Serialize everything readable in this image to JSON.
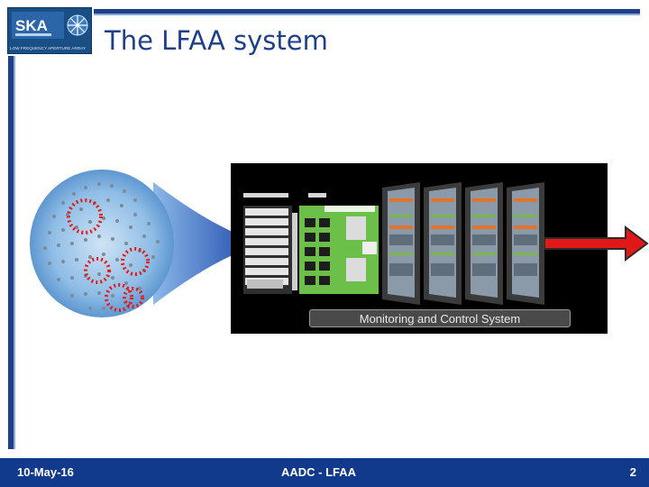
{
  "header": {
    "logo_text": "SKA",
    "logo_tagline": "LOW FREQUENCY APERTURE ARRAY",
    "title": "The LFAA system"
  },
  "diagram": {
    "monitoring_label": "Monitoring and Control System"
  },
  "footer": {
    "date": "10-May-16",
    "center_text": "AADC - LFAA",
    "page_number": "2"
  },
  "colors": {
    "brand_blue": "#1f3f8a",
    "footer_blue": "#123a8c",
    "board_green": "#6cc04a",
    "arrow_red": "#e01818"
  }
}
